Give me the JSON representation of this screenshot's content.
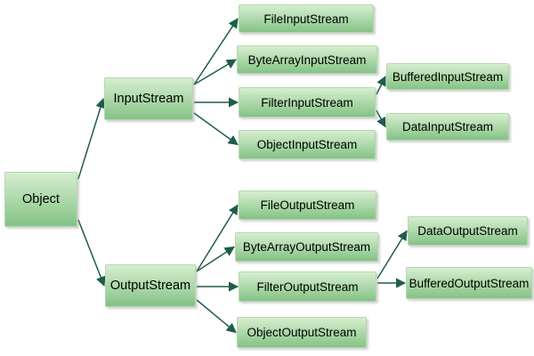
{
  "colors": {
    "box_gradient_top": "#d6eed0",
    "box_gradient_bottom": "#84c287",
    "box_border": "#b5d8ae",
    "arrow": "#1e5d4b",
    "text": "#000000",
    "background": "#ffffff"
  },
  "nodes": {
    "object": {
      "label": "Object"
    },
    "inputStream": {
      "label": "InputStream"
    },
    "outputStream": {
      "label": "OutputStream"
    },
    "fileInputStream": {
      "label": "FileInputStream"
    },
    "byteArrayInputStream": {
      "label": "ByteArrayInputStream"
    },
    "filterInputStream": {
      "label": "FilterInputStream"
    },
    "objectInputStream": {
      "label": "ObjectInputStream"
    },
    "bufferedInputStream": {
      "label": "BufferedInputStream"
    },
    "dataInputStream": {
      "label": "DataInputStream"
    },
    "fileOutputStream": {
      "label": "FileOutputStream"
    },
    "byteArrayOutputStream": {
      "label": "ByteArrayOutputStream"
    },
    "filterOutputStream": {
      "label": "FilterOutputStream"
    },
    "objectOutputStream": {
      "label": "ObjectOutputStream"
    },
    "dataOutputStream": {
      "label": "DataOutputStream"
    },
    "bufferedOutputStream": {
      "label": "BufferedOutputStream"
    }
  },
  "edges": [
    {
      "from": "object",
      "to": "inputStream"
    },
    {
      "from": "object",
      "to": "outputStream"
    },
    {
      "from": "inputStream",
      "to": "fileInputStream"
    },
    {
      "from": "inputStream",
      "to": "byteArrayInputStream"
    },
    {
      "from": "inputStream",
      "to": "filterInputStream"
    },
    {
      "from": "inputStream",
      "to": "objectInputStream"
    },
    {
      "from": "filterInputStream",
      "to": "bufferedInputStream"
    },
    {
      "from": "filterInputStream",
      "to": "dataInputStream"
    },
    {
      "from": "outputStream",
      "to": "fileOutputStream"
    },
    {
      "from": "outputStream",
      "to": "byteArrayOutputStream"
    },
    {
      "from": "outputStream",
      "to": "filterOutputStream"
    },
    {
      "from": "outputStream",
      "to": "objectOutputStream"
    },
    {
      "from": "filterOutputStream",
      "to": "dataOutputStream"
    },
    {
      "from": "filterOutputStream",
      "to": "bufferedOutputStream"
    }
  ]
}
